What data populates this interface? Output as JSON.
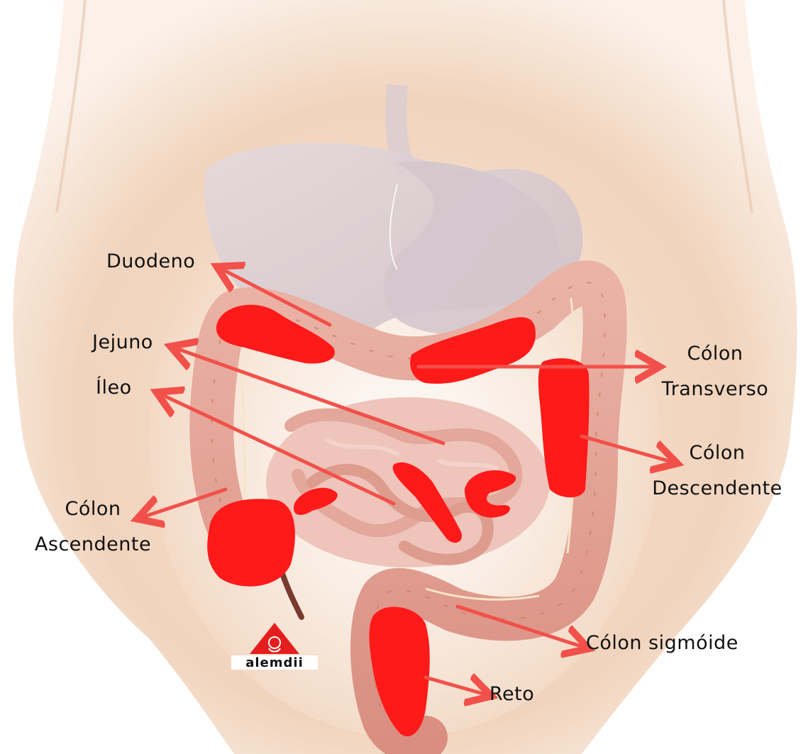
{
  "labels": {
    "duodeno": "Duodeno",
    "jejuno": "Jejuno",
    "ileo": "Íleo",
    "colon_transverso": [
      "Cólon",
      "Transverso"
    ],
    "colon_descendente": [
      "Cólon",
      "Descendente"
    ],
    "colon_ascendente": [
      "Cólon",
      "Ascendente"
    ],
    "colon_sigmoide": "Cólon sigmóide",
    "reto": "Reto"
  },
  "logo": "alemdii",
  "colors": {
    "highlight": "#ff1a1a",
    "arrow": "#f2504a",
    "skin": "#f3d9c4",
    "intestine": "#e7a193",
    "organ_gray": "#d8ccd0"
  }
}
